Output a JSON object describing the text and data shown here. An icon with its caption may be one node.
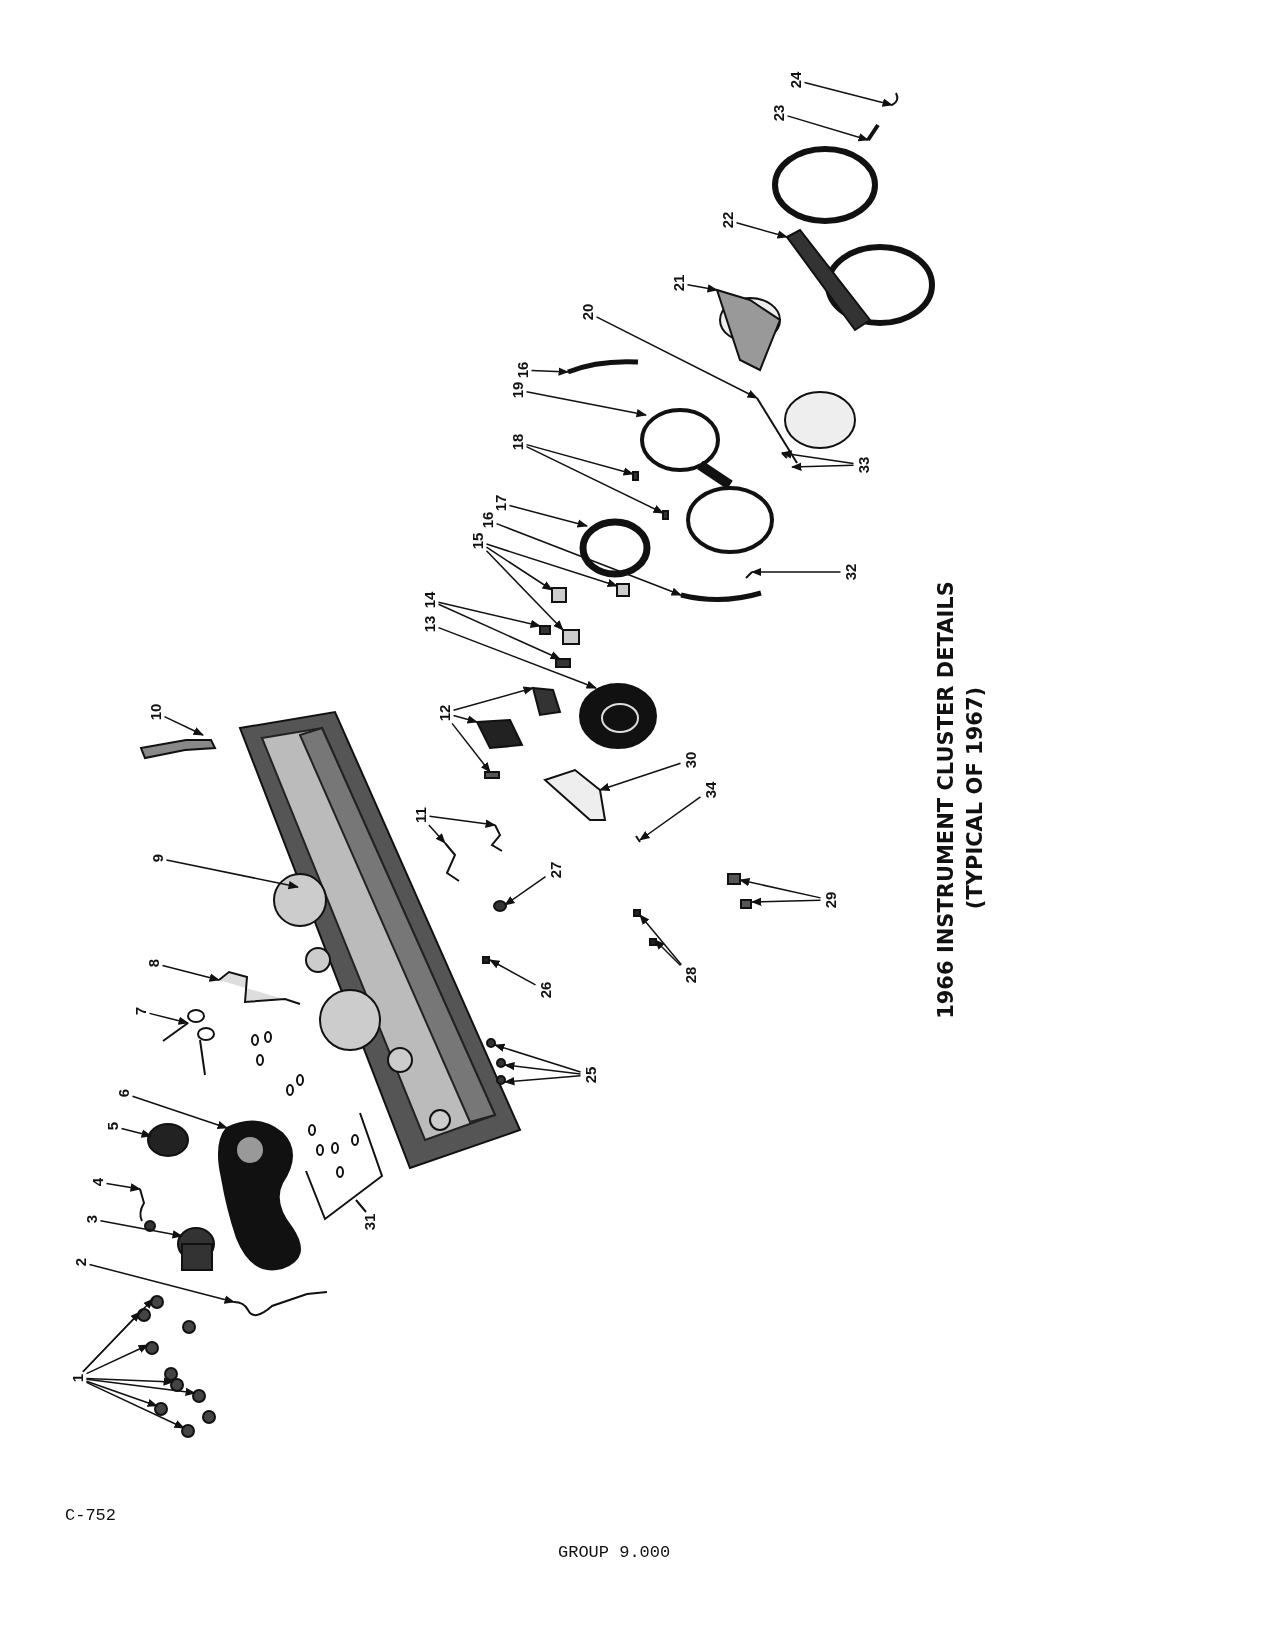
{
  "diagram": {
    "title": "1966 INSTRUMENT CLUSTER DETAILS",
    "caption": "(TYPICAL OF 1967)",
    "nodes": [
      {
        "text": [
          "1"
        ]
      },
      {
        "text": [
          "2"
        ]
      },
      {
        "text": [
          "3"
        ]
      },
      {
        "text": [
          "4"
        ]
      },
      {
        "text": [
          "5"
        ]
      },
      {
        "text": [
          "6"
        ]
      },
      {
        "text": [
          "7"
        ]
      },
      {
        "text": [
          "8"
        ]
      },
      {
        "text": [
          "9"
        ]
      },
      {
        "text": [
          "10"
        ]
      },
      {
        "text": [
          "11"
        ]
      },
      {
        "text": [
          "12"
        ]
      },
      {
        "text": [
          "13"
        ]
      },
      {
        "text": [
          "14"
        ]
      },
      {
        "text": [
          "15"
        ]
      },
      {
        "text": [
          "16"
        ]
      },
      {
        "text": [
          "16"
        ]
      },
      {
        "text": [
          "17"
        ]
      },
      {
        "text": [
          "18"
        ]
      },
      {
        "text": [
          "19"
        ]
      },
      {
        "text": [
          "20"
        ]
      },
      {
        "text": [
          "21"
        ]
      },
      {
        "text": [
          "22"
        ]
      },
      {
        "text": [
          "23"
        ]
      },
      {
        "text": [
          "24"
        ]
      },
      {
        "text": [
          "25"
        ]
      },
      {
        "text": [
          "26"
        ]
      },
      {
        "text": [
          "27"
        ]
      },
      {
        "text": [
          "28"
        ]
      },
      {
        "text": [
          "29"
        ]
      },
      {
        "text": [
          "30"
        ]
      },
      {
        "text": [
          "32"
        ]
      },
      {
        "text": [
          "33"
        ]
      },
      {
        "text": [
          "34"
        ]
      }
    ],
    "edges": [
      {
        "from": 0,
        "to": null,
        "arrow": "to"
      },
      {
        "from": 0,
        "to": null,
        "arrow": "to"
      },
      {
        "from": 0,
        "to": null,
        "arrow": "to"
      },
      {
        "from": 0,
        "to": null,
        "arrow": "to"
      },
      {
        "from": 0,
        "to": null,
        "arrow": "to"
      },
      {
        "from": 0,
        "to": null,
        "arrow": "to"
      },
      {
        "from": 0,
        "to": null,
        "arrow": "to"
      },
      {
        "from": 1,
        "to": null,
        "arrow": "to"
      },
      {
        "from": 2,
        "to": null,
        "arrow": "to"
      },
      {
        "from": 3,
        "to": null,
        "arrow": "to"
      },
      {
        "from": 4,
        "to": null,
        "arrow": "to"
      },
      {
        "from": 5,
        "to": null,
        "arrow": "to"
      },
      {
        "from": 6,
        "to": null,
        "arrow": "to"
      },
      {
        "from": 7,
        "to": null,
        "arrow": "to"
      },
      {
        "from": 8,
        "to": null,
        "arrow": "to"
      },
      {
        "from": 9,
        "to": null,
        "arrow": "to"
      },
      {
        "from": 10,
        "to": null,
        "arrow": "to"
      },
      {
        "from": 10,
        "to": null,
        "arrow": "to"
      },
      {
        "from": 11,
        "to": null,
        "arrow": "to"
      },
      {
        "from": 11,
        "to": null,
        "arrow": "to"
      },
      {
        "from": 11,
        "to": null,
        "arrow": "to"
      },
      {
        "from": 12,
        "to": null,
        "arrow": "to"
      },
      {
        "from": 13,
        "to": null,
        "arrow": "to"
      },
      {
        "from": 13,
        "to": null,
        "arrow": "to"
      },
      {
        "from": 14,
        "to": null,
        "arrow": "to"
      },
      {
        "from": 14,
        "to": null,
        "arrow": "to"
      },
      {
        "from": 14,
        "to": null,
        "arrow": "to"
      },
      {
        "from": 15,
        "to": null,
        "arrow": "to"
      },
      {
        "from": 16,
        "to": null,
        "arrow": "to"
      },
      {
        "from": 17,
        "to": null,
        "arrow": "to"
      },
      {
        "from": 18,
        "to": null,
        "arrow": "to"
      },
      {
        "from": 18,
        "to": null,
        "arrow": "to"
      },
      {
        "from": 19,
        "to": null,
        "arrow": "to"
      },
      {
        "from": 20,
        "to": null,
        "arrow": "to"
      },
      {
        "from": 21,
        "to": null,
        "arrow": "to"
      },
      {
        "from": 22,
        "to": null,
        "arrow": "to"
      },
      {
        "from": 23,
        "to": null,
        "arrow": "to"
      },
      {
        "from": 24,
        "to": null,
        "arrow": "to"
      },
      {
        "from": 25,
        "to": null,
        "arrow": "to"
      },
      {
        "from": 25,
        "to": null,
        "arrow": "to"
      },
      {
        "from": 25,
        "to": null,
        "arrow": "to"
      },
      {
        "from": 26,
        "to": null,
        "arrow": "to"
      },
      {
        "from": 27,
        "to": null,
        "arrow": "to"
      },
      {
        "from": 28,
        "to": null,
        "arrow": "to"
      },
      {
        "from": 28,
        "to": null,
        "arrow": "to"
      },
      {
        "from": 29,
        "to": null,
        "arrow": "to"
      },
      {
        "from": 29,
        "to": null,
        "arrow": "to"
      },
      {
        "from": 30,
        "to": null,
        "arrow": "to"
      },
      {
        "from": 31,
        "to": null,
        "arrow": "to"
      },
      {
        "from": 32,
        "to": null,
        "arrow": "to"
      },
      {
        "from": 32,
        "to": null,
        "arrow": "to"
      },
      {
        "from": 33,
        "to": null,
        "arrow": "to"
      }
    ],
    "labels": [
      "31",
      "C-752",
      "GROUP 9.000"
    ]
  }
}
